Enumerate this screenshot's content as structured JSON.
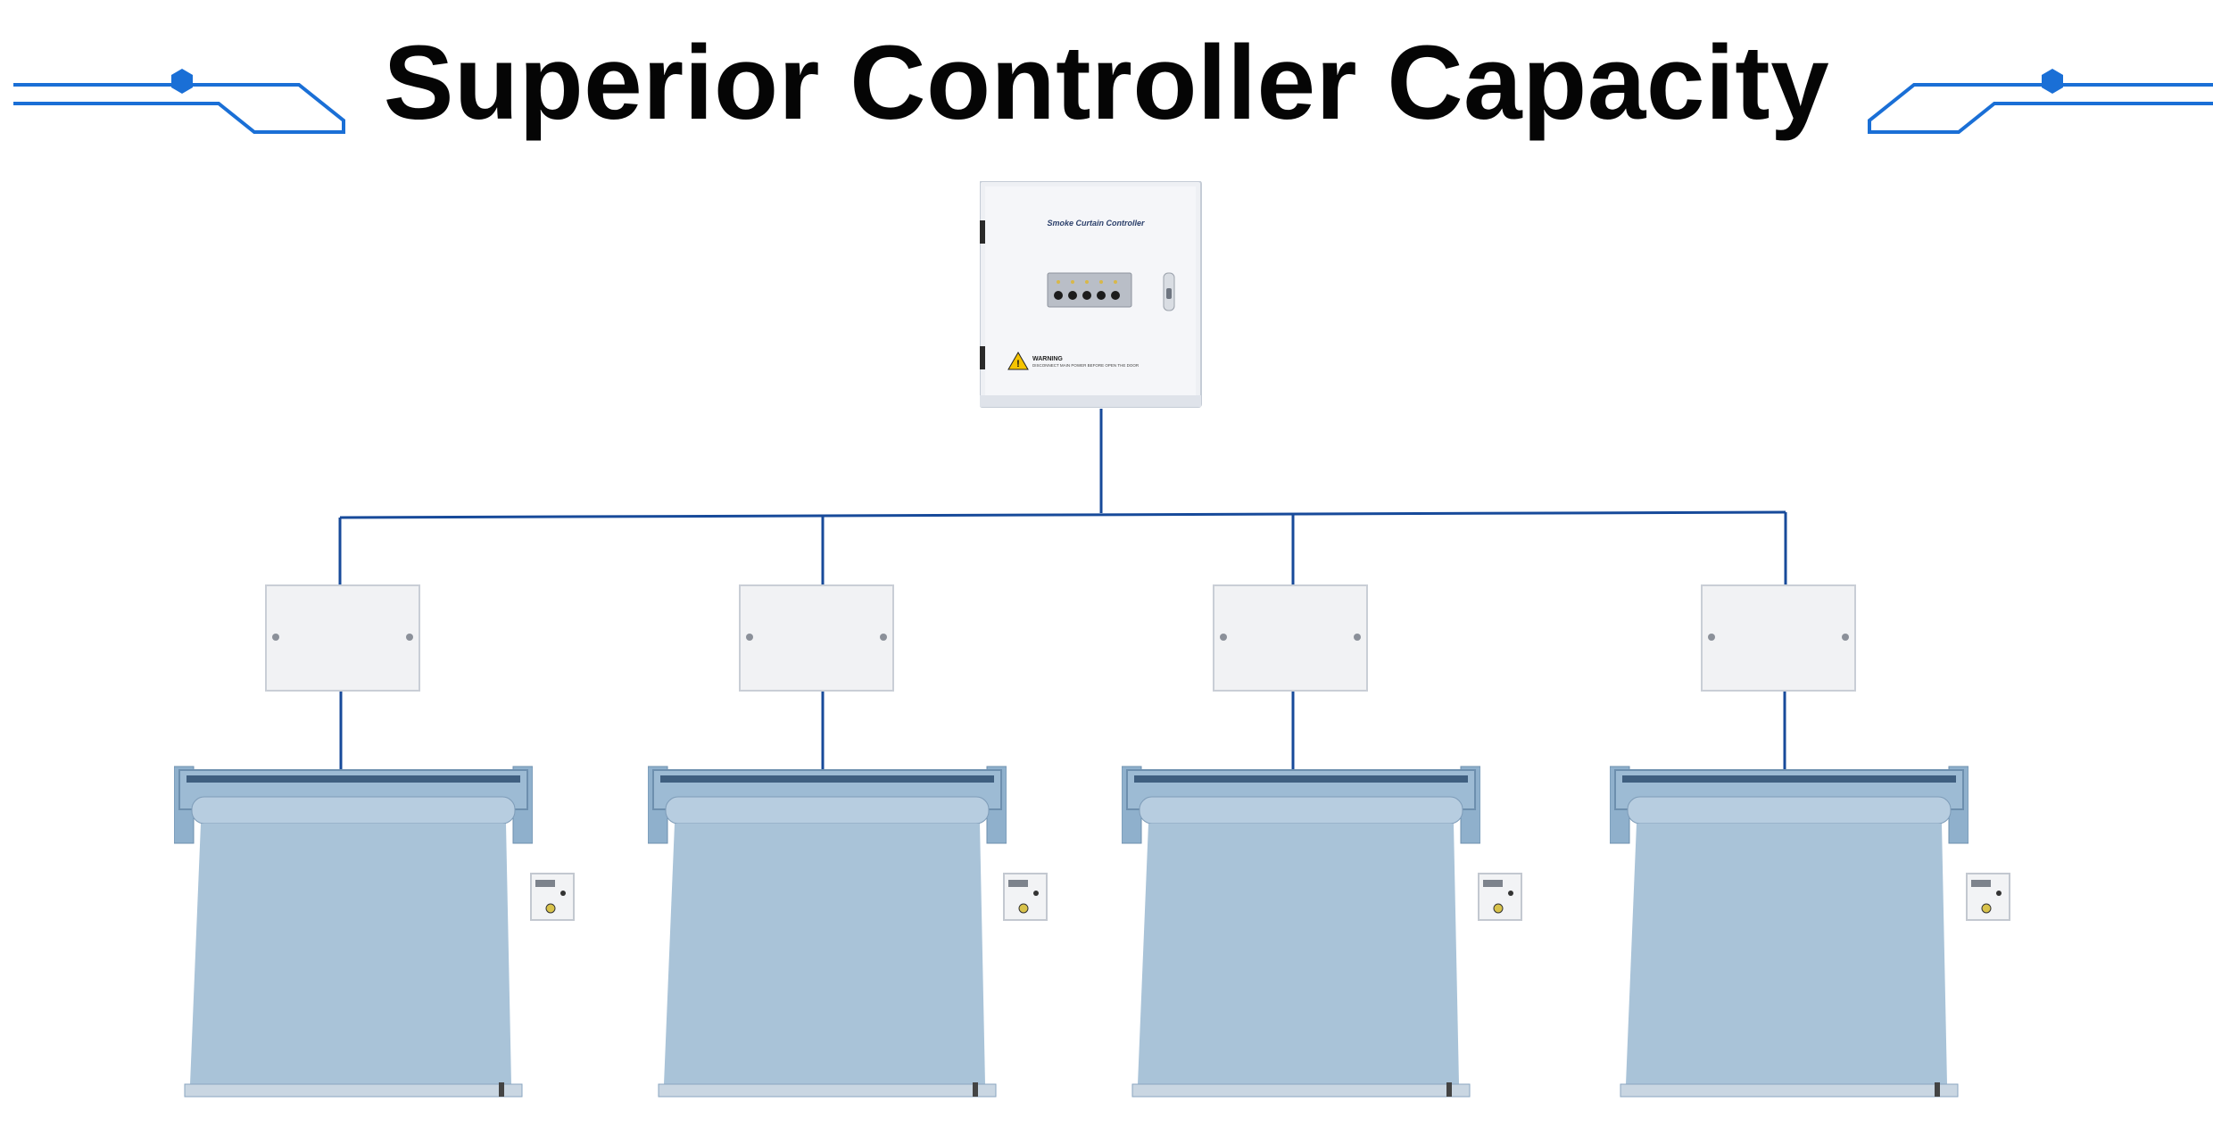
{
  "title": "Superior Controller Capacity",
  "controller": {
    "label": "Smoke Curtain Controller",
    "warning_title": "WARNING",
    "warning_text": "DISCONNECT MAIN POWER BEFORE OPEN THE DOOR"
  },
  "colors": {
    "accent": "#1a6fd6",
    "wire": "#174a9a",
    "curtain": "#a9c3d8",
    "frame": "#7f9fbc",
    "housing": "#f2f3f5"
  },
  "junction_box_count": 4,
  "curtain_unit_count": 4,
  "control_panel_count": 4
}
